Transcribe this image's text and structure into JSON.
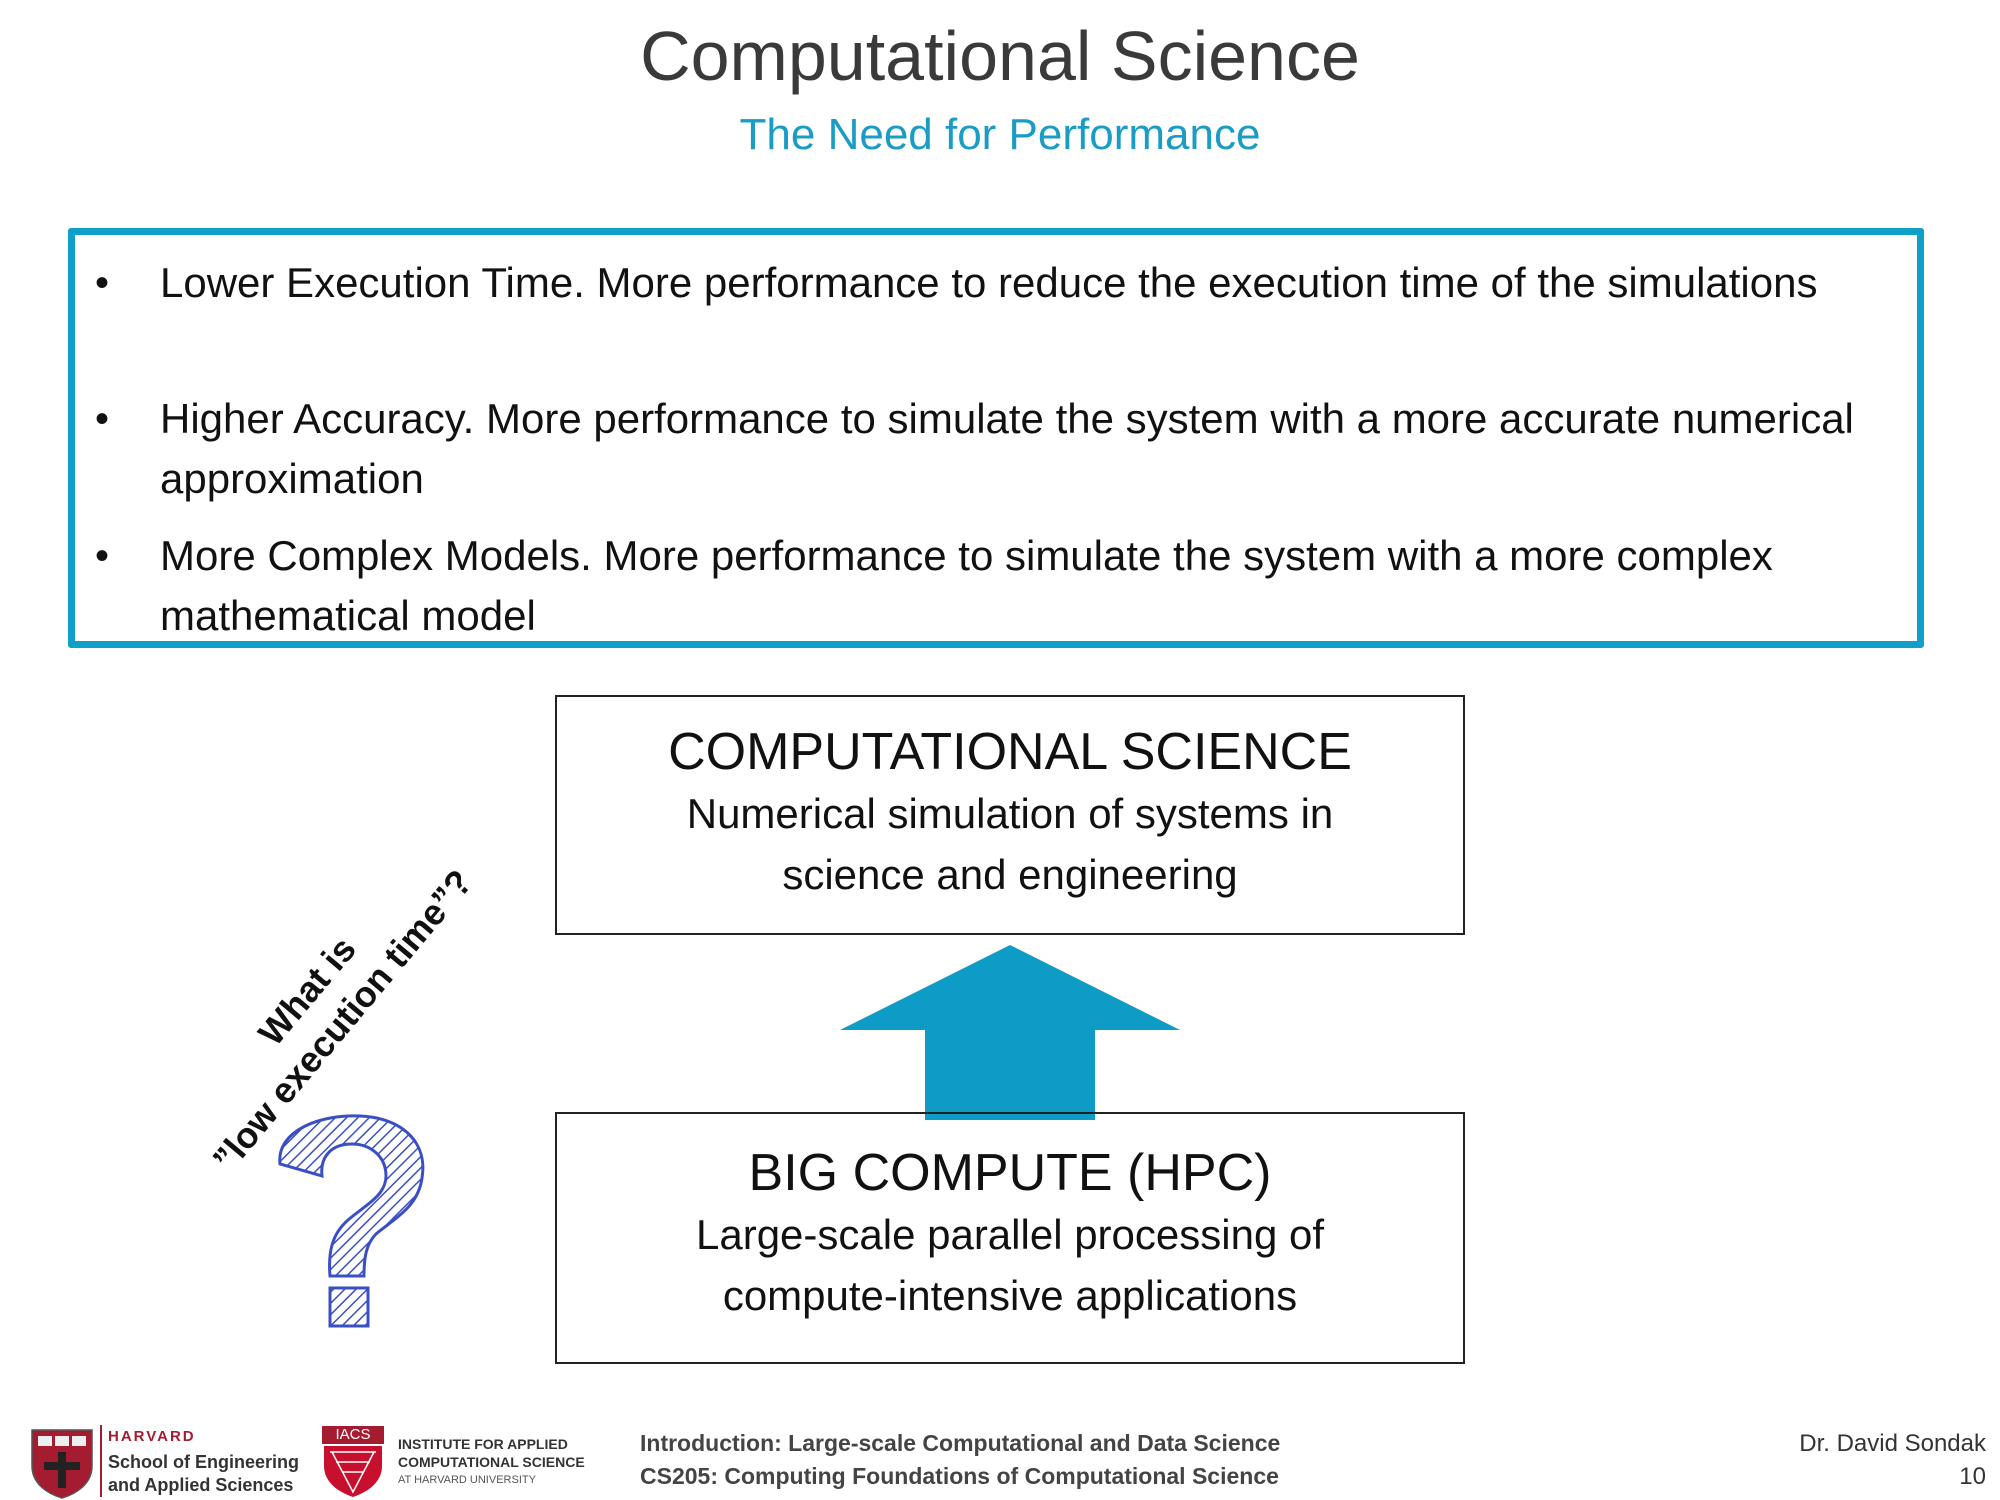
{
  "slide": {
    "title": "Computational Science",
    "subtitle": "The Need for Performance"
  },
  "bullets": [
    {
      "marker": "•",
      "text": "Lower Execution Time. More performance to reduce the execution time of the simulations"
    },
    {
      "marker": "•",
      "text": "Higher Accuracy. More performance to simulate the system with a more accurate numerical approximation"
    },
    {
      "marker": "•",
      "text": "More Complex Models. More performance to simulate the system with a more complex mathematical model"
    }
  ],
  "top_box": {
    "heading": "COMPUTATIONAL SCIENCE",
    "line1": "Numerical simulation of systems in",
    "line2": "science and engineering"
  },
  "bottom_box": {
    "heading": "BIG COMPUTE (HPC)",
    "line1": "Large-scale parallel processing of",
    "line2": "compute-intensive applications"
  },
  "question": {
    "line1": "What is",
    "line2": "”low execution time”?"
  },
  "footer": {
    "harvard_label": "HARVARD",
    "seas_line1": "School of Engineering",
    "seas_line2": "and Applied Sciences",
    "iacs_badge": "IACS",
    "iacs_line1": "INSTITUTE FOR APPLIED",
    "iacs_line2": "COMPUTATIONAL SCIENCE",
    "iacs_line3": "AT HARVARD UNIVERSITY",
    "course_line1": "Introduction: Large-scale Computational and Data Science",
    "course_line2": "CS205: Computing Foundations of Computational Science",
    "author": "Dr. David Sondak",
    "page_number": "10"
  },
  "colors": {
    "accent": "#0ea0c8",
    "arrow": "#0e9cc6",
    "question_mark": "#3b4fc4",
    "harvard_crimson": "#a51c30"
  },
  "icons": [
    "up-arrow-icon",
    "question-mark-icon",
    "harvard-shield-icon",
    "iacs-logo-icon"
  ]
}
